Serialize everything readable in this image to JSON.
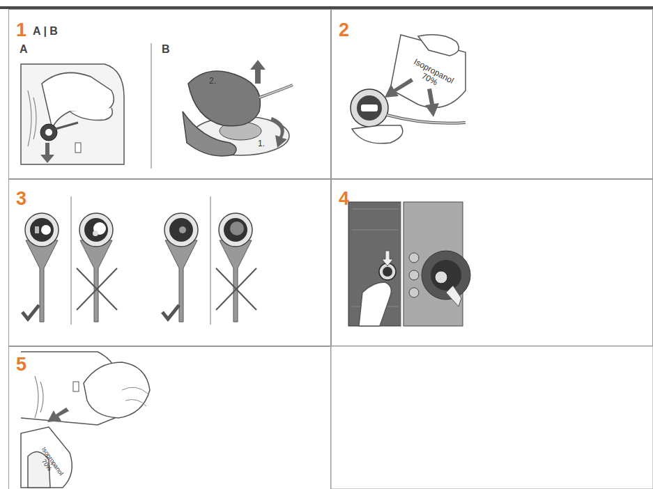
{
  "diagram": {
    "nodes": [
      {
        "text": [
          "1",
          "A | B"
        ]
      },
      {
        "text": [
          "2"
        ]
      },
      {
        "text": [
          "3"
        ]
      },
      {
        "text": [
          "4"
        ]
      },
      {
        "text": [
          "5"
        ]
      }
    ],
    "labels": [
      "A",
      "B",
      "2.",
      "1.",
      "Isopropanol 70%",
      "Isopropanol 70%"
    ]
  }
}
